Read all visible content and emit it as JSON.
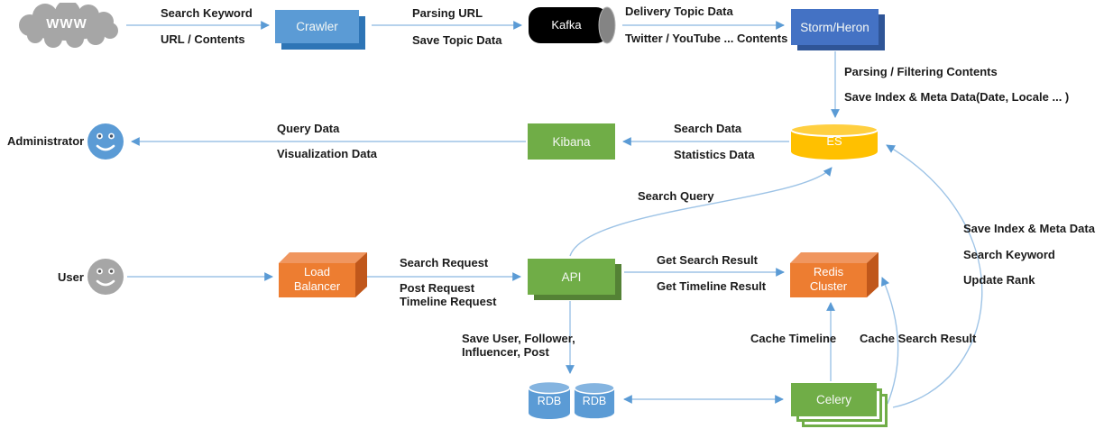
{
  "colors": {
    "connector_line": "#9DC3E6",
    "arrowhead": "#5B9BD5",
    "blue": "#5B9BD5",
    "dark_blue": "#4472C4",
    "green": "#70AD47",
    "orange": "#ED7D31",
    "gold": "#FFC000",
    "gray": "#A6A6A6",
    "black": "#000000"
  },
  "nodes": {
    "www": {
      "label": "WWW"
    },
    "crawler": {
      "label": "Crawler"
    },
    "kafka": {
      "label": "Kafka"
    },
    "storm_heron": {
      "label": "Storm/Heron"
    },
    "es": {
      "label": "ES"
    },
    "kibana": {
      "label": "Kibana"
    },
    "load_balancer": {
      "label": "Load\nBalancer"
    },
    "api": {
      "label": "API"
    },
    "redis_cluster": {
      "label": "Redis\nCluster"
    },
    "rdb_left": {
      "label": "RDB"
    },
    "rdb_right": {
      "label": "RDB"
    },
    "celery": {
      "label": "Celery"
    }
  },
  "actors": {
    "administrator": {
      "label": "Administrator"
    },
    "user": {
      "label": "User"
    }
  },
  "edge_labels": {
    "www_crawler_1": "Search Keyword",
    "www_crawler_2": "URL / Contents",
    "crawler_kafka_1": "Parsing URL",
    "crawler_kafka_2": "Save Topic Data",
    "kafka_storm_1": "Delivery Topic Data",
    "kafka_storm_2": "Twitter / YouTube ... Contents",
    "storm_es_1": "Parsing / Filtering Contents",
    "storm_es_2": "Save Index & Meta Data(Date, Locale ... )",
    "es_kibana_1": "Search Data",
    "es_kibana_2": "Statistics Data",
    "kibana_admin_1": "Query Data",
    "kibana_admin_2": "Visualization Data",
    "api_es": "Search Query",
    "lb_api_1": "Search Request",
    "lb_api_2": "Post Request\nTimeline Request",
    "api_redis_1": "Get Search Result",
    "api_redis_2": "Get Timeline Result",
    "api_rdb": "Save User, Follower,\nInfluencer, Post",
    "celery_redis_bottom": "Cache Timeline",
    "celery_redis_side": "Cache Search Result",
    "celery_es_1": "Save Index & Meta Data",
    "celery_es_2": "Search Keyword",
    "celery_es_3": "Update Rank"
  }
}
